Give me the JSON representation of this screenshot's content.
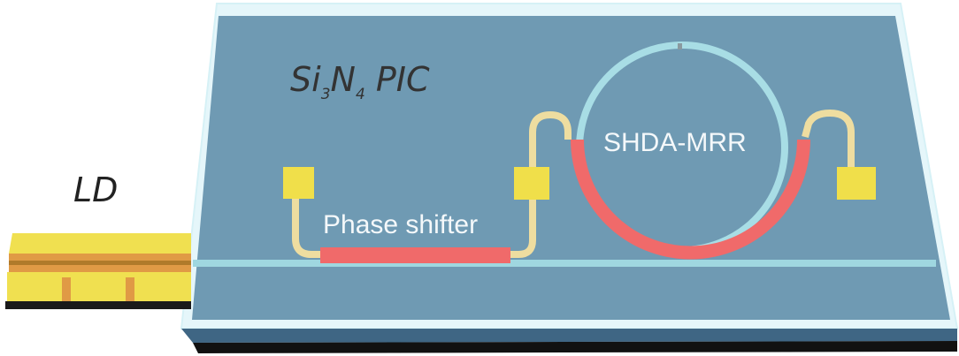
{
  "labels": {
    "ld": "LD",
    "pic_prefix_si": "Si",
    "pic_sub_3": "3",
    "pic_prefix_n": "N",
    "pic_sub_4": "4",
    "pic_suffix": " PIC",
    "phase_shifter": "Phase shifter",
    "shda_mrr": "SHDA-MRR"
  },
  "colors": {
    "substrate_top": "#6f9ab3",
    "substrate_front": "#3f6684",
    "substrate_bottom": "#111111",
    "cladding": "#cfeff5",
    "waveguide": "#9fd7e0",
    "heater": "#f06a6a",
    "pad": "#f0df4a",
    "trace": "#eedda0",
    "ld_gold": "#f0e050",
    "ld_orange": "#e09a45"
  }
}
